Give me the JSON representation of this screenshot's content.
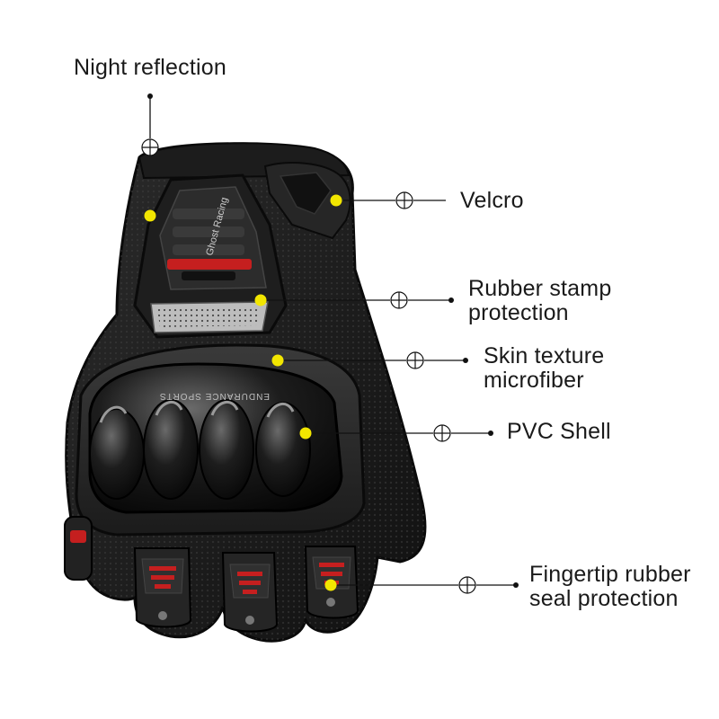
{
  "accent_dot_color": "#f2e600",
  "callouts": [
    {
      "id": "night-reflection",
      "lines": [
        "Night reflection"
      ]
    },
    {
      "id": "velcro",
      "lines": [
        "Velcro"
      ]
    },
    {
      "id": "rubber-stamp-protection",
      "lines": [
        "Rubber stamp",
        "protection"
      ]
    },
    {
      "id": "skin-texture-microfiber",
      "lines": [
        "Skin texture",
        "microfiber"
      ]
    },
    {
      "id": "pvc-shell",
      "lines": [
        "PVC Shell"
      ]
    },
    {
      "id": "fingertip-rubber-seal-protection",
      "lines": [
        "Fingertip rubber",
        "seal protection"
      ]
    }
  ],
  "glove_prints": {
    "cuff_text": "Ghost Racing",
    "knuckle_text": "ENDURANCE SPORTS"
  }
}
